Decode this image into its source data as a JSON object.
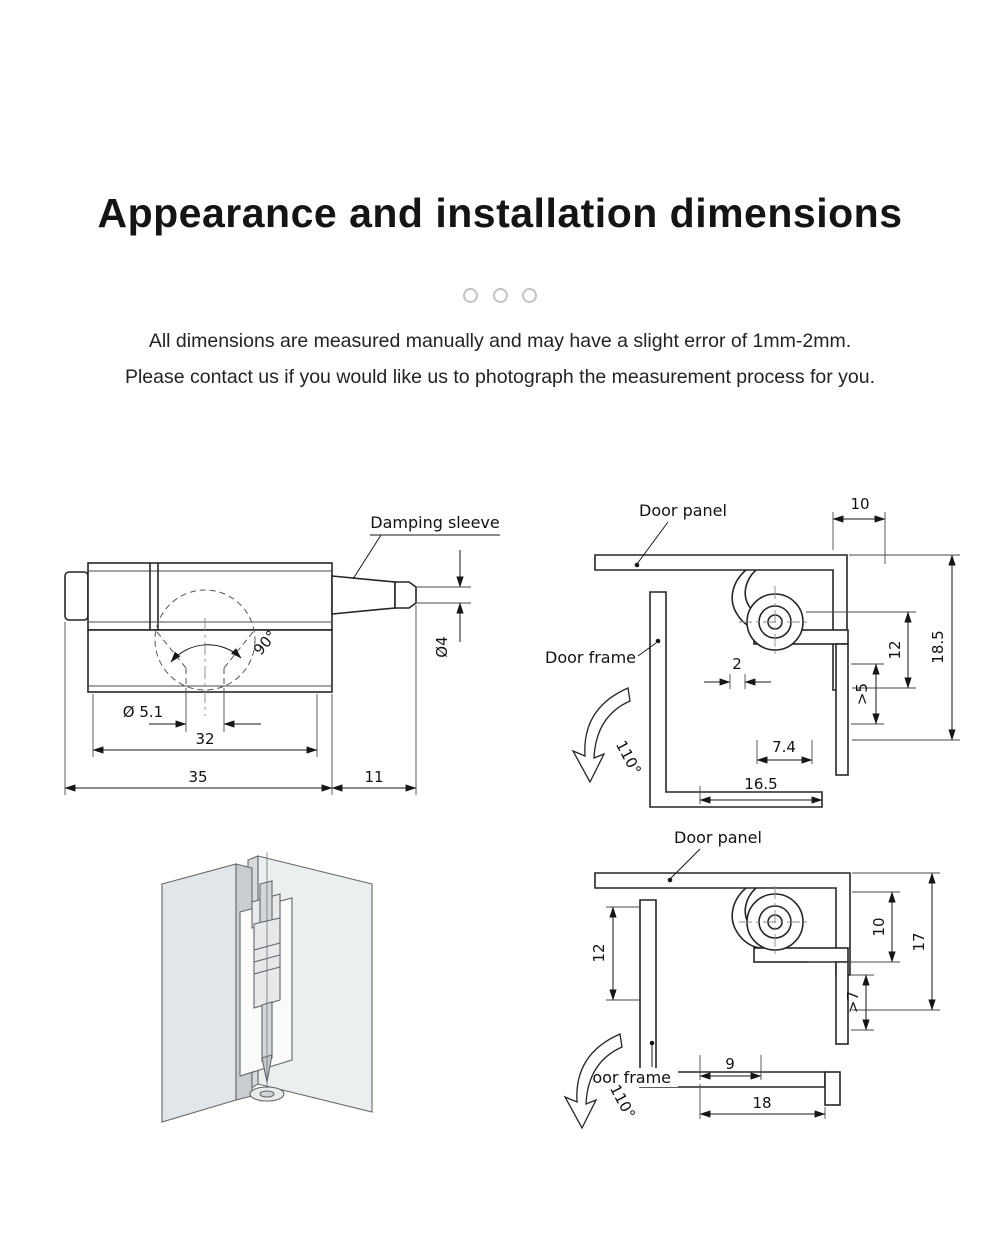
{
  "page": {
    "title": "Appearance and installation dimensions",
    "note_line1": "All dimensions are measured manually and may have a slight error of 1mm-2mm.",
    "note_line2": "Please contact us if you would like us to photograph the measurement process for you."
  },
  "side_view": {
    "damping_sleeve_label": "Damping sleeve",
    "angle_90": "90°",
    "dia_pin": "Ø4",
    "dia_hole": "Ø 5.1",
    "width_32": "32",
    "width_35": "35",
    "width_11": "11"
  },
  "section_a": {
    "door_panel_label": "Door panel",
    "door_frame_label": "Door frame",
    "dim_10": "10",
    "dim_18_5": "18.5",
    "dim_12": "12",
    "dim_gt5": ">5",
    "dim_2": "2",
    "dim_7_4": "7.4",
    "dim_16_5": "16.5",
    "angle_110": "110°"
  },
  "section_b": {
    "door_panel_label": "Door panel",
    "door_frame_label": "Door frame",
    "dim_12": "12",
    "dim_10": "10",
    "dim_17": "17",
    "dim_gt7": ">7",
    "dim_9": "9",
    "dim_18": "18",
    "angle_110": "110°"
  }
}
